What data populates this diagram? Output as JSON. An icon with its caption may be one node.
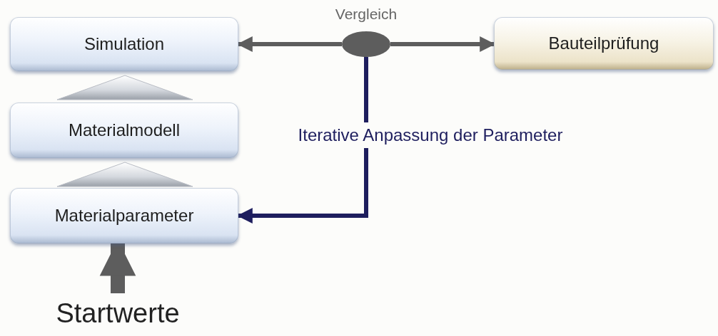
{
  "diagram": {
    "nodes": [
      {
        "text": [
          "Simulation"
        ]
      },
      {
        "text": [
          "Materialmodell"
        ]
      },
      {
        "text": [
          "Materialparameter"
        ]
      },
      {
        "text": [
          "Bauteilprüfung"
        ]
      },
      {
        "text": [],
        "shape": "ellipse",
        "beside": [
          "Vergleich"
        ]
      },
      {
        "text": [
          "Startwerte"
        ]
      },
      {
        "text": [],
        "shape": "triangle"
      },
      {
        "text": [],
        "shape": "triangle"
      }
    ],
    "edges": [
      {
        "from": 4,
        "to": 0,
        "arrow": "to"
      },
      {
        "from": 4,
        "to": 3,
        "arrow": "to"
      },
      {
        "from": 4,
        "to": 2,
        "arrow": "to",
        "label": "Iterative Anpassung der Parameter",
        "color": "#1e1e5e"
      },
      {
        "from": 5,
        "to": 2,
        "arrow": "to",
        "style": "thick"
      }
    ]
  }
}
